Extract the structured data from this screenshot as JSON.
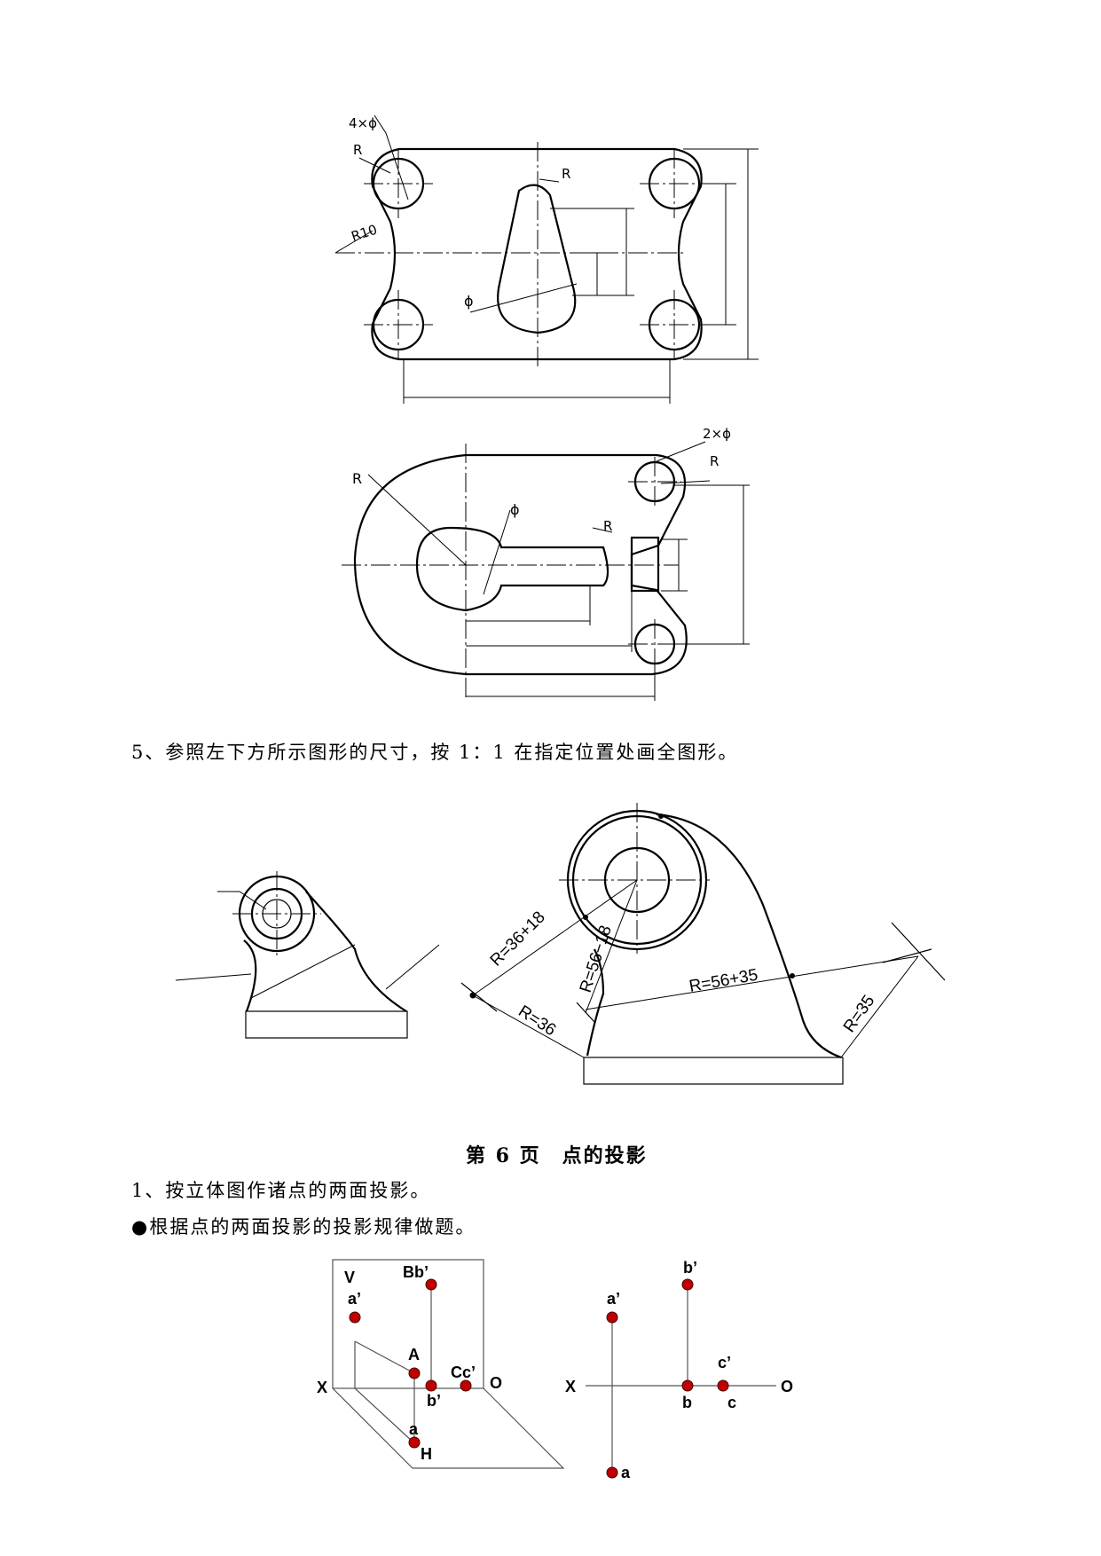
{
  "drawing1": {
    "label_holes": "4×ϕ",
    "label_r1": "R",
    "label_r10": "R10",
    "label_r2": "R",
    "label_phi": "ϕ"
  },
  "drawing2": {
    "label_r_big": "R",
    "label_phi": "ϕ",
    "label_r_slot": "R",
    "label_holes": "2×ϕ",
    "label_r_ear": "R"
  },
  "instructions": {
    "q5": "5、参照左下方所示图形的尺寸，按 1：1 在指定位置处画全图形。"
  },
  "drawing3": {
    "label_r1": "R=36+18",
    "label_r2": "R=56−18",
    "label_r3": "R=56+35",
    "label_r4": "R=36",
    "label_r5": "R=35"
  },
  "section": {
    "title": "第 6 页　点的投影",
    "q1": "1、按立体图作诸点的两面投影。",
    "bullet": "●根据点的两面投影的投影规律做题。"
  },
  "projection3d": {
    "V": "V",
    "Bb": "Bb’",
    "a_prime": "a’",
    "A": "A",
    "Cc": "Cc’",
    "X": "X",
    "O": "O",
    "b_prime": "b’",
    "a": "a",
    "H": "H"
  },
  "projection2d": {
    "b_prime": "b’",
    "a_prime": "a’",
    "c_prime": "c’",
    "X": "X",
    "O": "O",
    "b": "b",
    "c": "c",
    "a": "a"
  }
}
